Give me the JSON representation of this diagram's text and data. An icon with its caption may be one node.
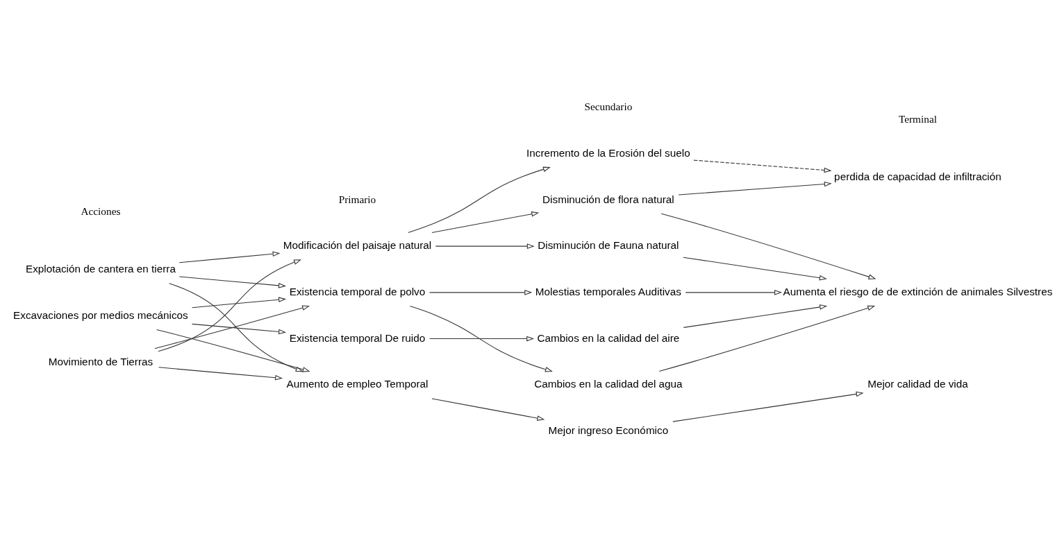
{
  "diagram": {
    "nodes": [
      {
        "text": [
          "Explotación de cantera en tierra"
        ]
      },
      {
        "text": [
          "Excavaciones por medios mecánicos"
        ]
      },
      {
        "text": [
          "Movimiento de Tierras"
        ]
      },
      {
        "text": [
          "Modificación del paisaje natural"
        ]
      },
      {
        "text": [
          "Existencia temporal de polvo"
        ]
      },
      {
        "text": [
          "Existencia temporal De ruido"
        ]
      },
      {
        "text": [
          "Aumento de empleo Temporal"
        ]
      },
      {
        "text": [
          "Incremento de la Erosión del suelo"
        ]
      },
      {
        "text": [
          "Disminución de flora natural"
        ]
      },
      {
        "text": [
          "Disminución de Fauna natural"
        ]
      },
      {
        "text": [
          "Molestias temporales Auditivas"
        ]
      },
      {
        "text": [
          "Cambios en la calidad del aire"
        ]
      },
      {
        "text": [
          "Cambios en la calidad del agua"
        ]
      },
      {
        "text": [
          "Mejor ingreso Económico"
        ]
      },
      {
        "text": [
          "perdida de capacidad de infiltración"
        ]
      },
      {
        "text": [
          "Aumenta el riesgo de de extinción de animales Silvestres"
        ]
      },
      {
        "text": [
          "Mejor calidad de vida"
        ]
      }
    ],
    "edges": [
      {
        "from": 0,
        "to": 3,
        "arrow": "to"
      },
      {
        "from": 0,
        "to": 4,
        "arrow": "to"
      },
      {
        "from": 0,
        "to": 6,
        "arrow": "to"
      },
      {
        "from": 1,
        "to": 4,
        "arrow": "to"
      },
      {
        "from": 1,
        "to": 5,
        "arrow": "to"
      },
      {
        "from": 1,
        "to": 6,
        "arrow": "to"
      },
      {
        "from": 2,
        "to": 3,
        "arrow": "to"
      },
      {
        "from": 2,
        "to": 4,
        "arrow": "to"
      },
      {
        "from": 2,
        "to": 6,
        "arrow": "to"
      },
      {
        "from": 3,
        "to": 7,
        "arrow": "to"
      },
      {
        "from": 3,
        "to": 8,
        "arrow": "to"
      },
      {
        "from": 3,
        "to": 9,
        "arrow": "to"
      },
      {
        "from": 4,
        "to": 10,
        "arrow": "to"
      },
      {
        "from": 4,
        "to": 12,
        "arrow": "to"
      },
      {
        "from": 5,
        "to": 11,
        "arrow": "to"
      },
      {
        "from": 6,
        "to": 13,
        "arrow": "to"
      },
      {
        "from": 7,
        "to": 14,
        "arrow": "to",
        "style": "dashed"
      },
      {
        "from": 8,
        "to": 14,
        "arrow": "to"
      },
      {
        "from": 8,
        "to": 15,
        "arrow": "to"
      },
      {
        "from": 9,
        "to": 15,
        "arrow": "to"
      },
      {
        "from": 10,
        "to": 15,
        "arrow": "to"
      },
      {
        "from": 11,
        "to": 15,
        "arrow": "to"
      },
      {
        "from": 12,
        "to": 15,
        "arrow": "to"
      },
      {
        "from": 13,
        "to": 16,
        "arrow": "to"
      }
    ],
    "labels": [
      "Acciones",
      "Primario",
      "Secundario",
      "Terminal"
    ]
  }
}
